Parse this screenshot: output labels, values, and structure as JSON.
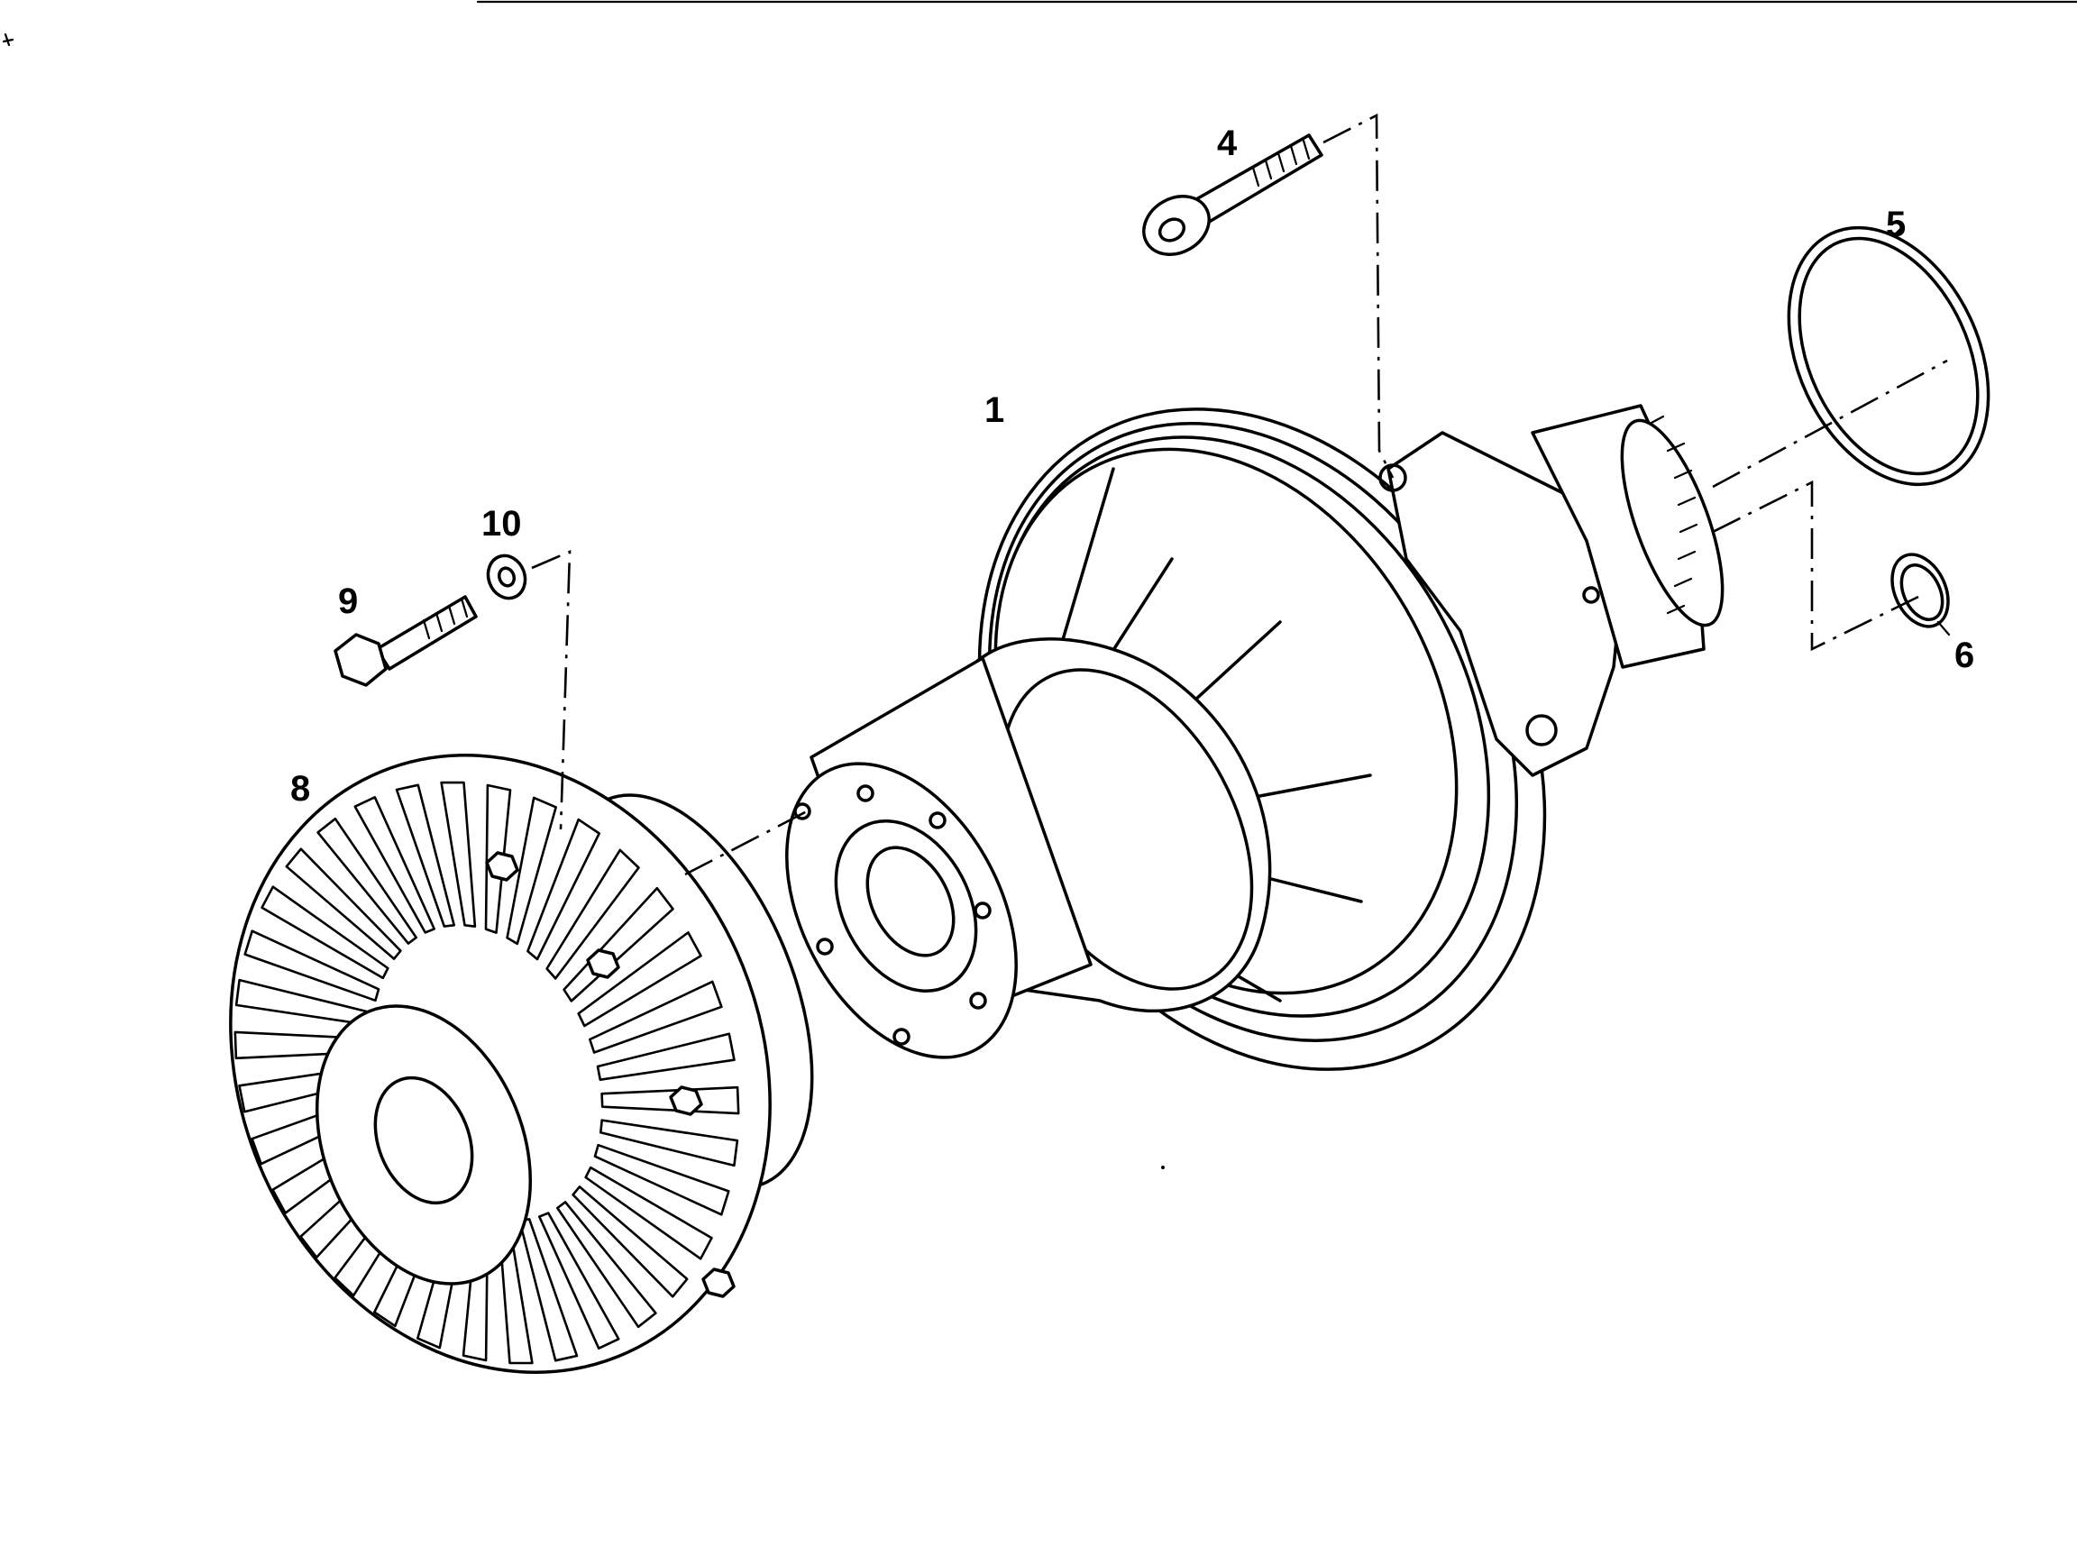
{
  "callouts": {
    "p1": "1",
    "p4": "4",
    "p5": "5",
    "p6": "6",
    "p8": "8",
    "p9": "9",
    "p10": "10"
  },
  "colors": {
    "line": "#000000",
    "background": "#ffffff"
  }
}
